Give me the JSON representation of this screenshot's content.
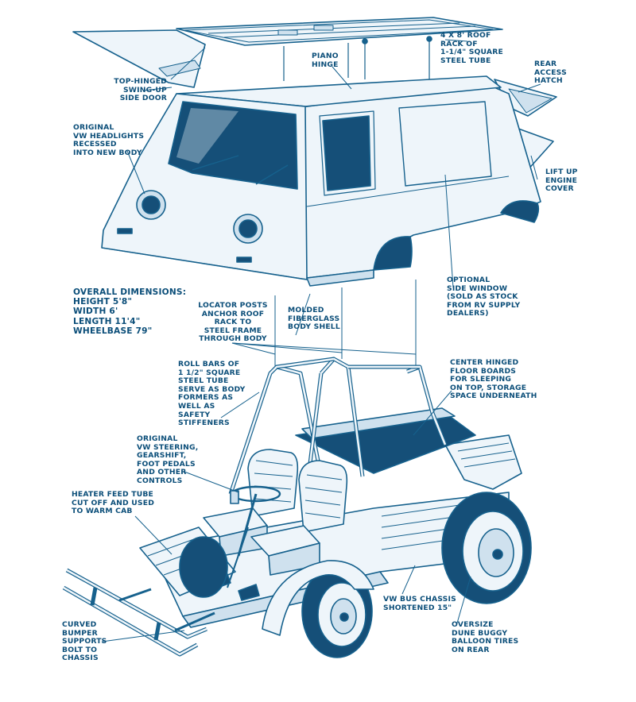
{
  "colors": {
    "ink": "#0b4e79",
    "line": "#16618d",
    "fill_light": "#eef5fa",
    "fill_mid": "#cfe1ee",
    "fill_dark": "#154f78",
    "background": "#ffffff"
  },
  "labels": {
    "top_door": "TOP-HINGED\nSWING-UP\nSIDE DOOR",
    "piano_hinge": "PIANO\nHINGE",
    "roof_rack": "4 x 8' ROOF\nRACK OF\n1-1/4\" SQUARE\nSTEEL TUBE",
    "rear_hatch": "REAR\nACCESS\nHATCH",
    "headlights": "ORIGINAL\nVW HEADLIGHTS\nRECESSED\nINTO NEW BODY",
    "engine_cover": "LIFT UP\nENGINE\nCOVER",
    "dimensions": "OVERALL DIMENSIONS:\nHEIGHT 5'8\"\nWIDTH 6'\nLENGTH 11'4\"\nWHEELBASE 79\"",
    "side_window": "OPTIONAL\nSIDE WINDOW\n(SOLD AS STOCK\nFROM RV SUPPLY\nDEALERS)",
    "locator_posts": "LOCATOR POSTS\nANCHOR ROOF\nRACK TO\nSTEEL FRAME\nTHROUGH BODY",
    "body_shell": "MOLDED\nFIBERGLASS\nBODY SHELL",
    "roll_bars": "ROLL BARS OF\n1 1/2\" SQUARE\nSTEEL TUBE\nSERVE AS BODY\nFORMERS AS\nWELL AS\nSAFETY\nSTIFFENERS",
    "floor_boards": "CENTER HINGED\nFLOOR BOARDS\nFOR SLEEPING\nON TOP, STORAGE\nSPACE UNDERNEATH",
    "steering": "ORIGINAL\nVW STEERING,\nGEARSHIFT,\nFOOT PEDALS\nAND OTHER\nCONTROLS",
    "heater_tube": "HEATER FEED TUBE\nCUT OFF AND USED\nTO WARM CAB",
    "chassis": "VW BUS CHASSIS\nSHORTENED 15\"",
    "tires": "OVERSIZE\nDUNE BUGGY\nBALLOON TIRES\nON REAR",
    "bumper": "CURVED\nBUMPER\nSUPPORTS\nBOLT TO\nCHASSIS"
  }
}
